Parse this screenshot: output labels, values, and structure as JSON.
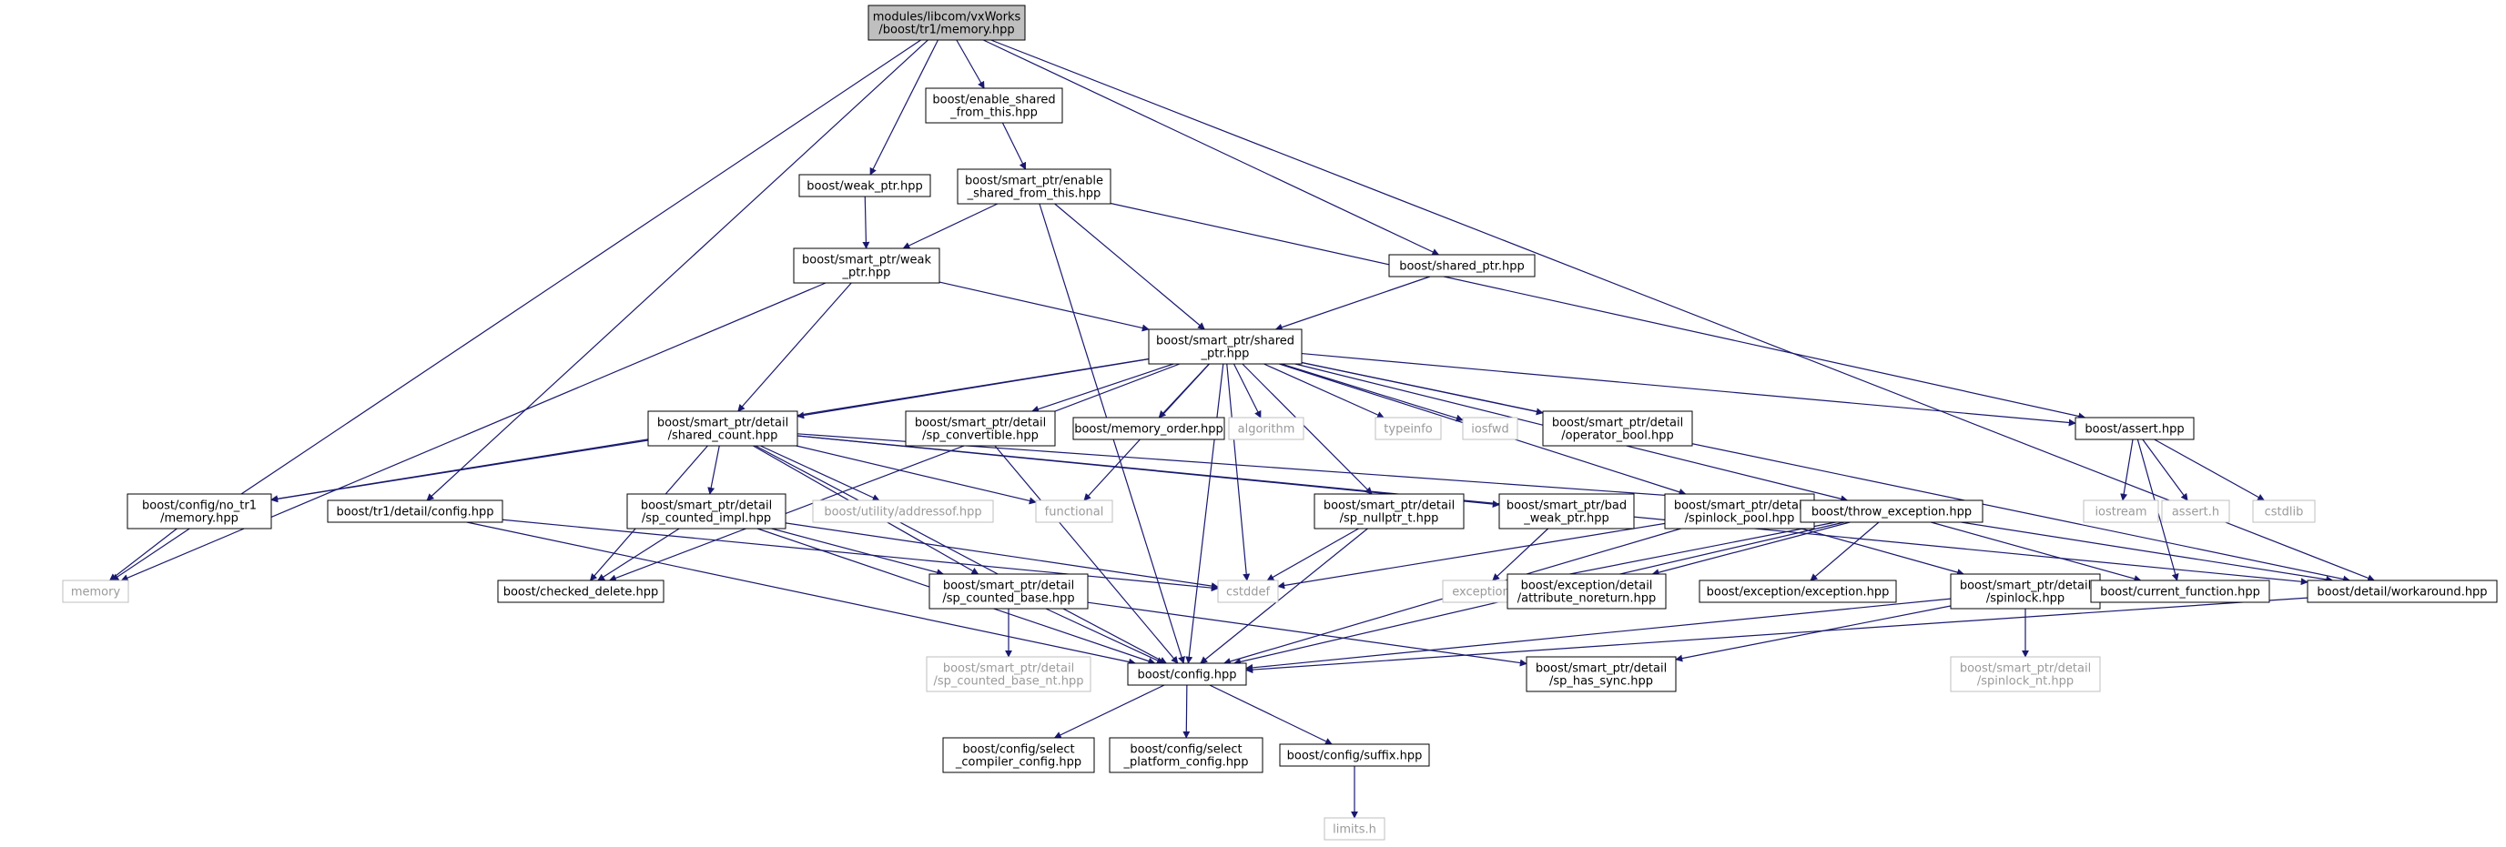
{
  "title": "modules/libcom/vxWorks/boost/tr1/memory.hpp",
  "colors": {
    "edge": "#191970",
    "box_border": "#000000",
    "missing_border": "#bfbfbf",
    "root_fill": "#bfbfbf",
    "missing_text": "#9a9a9a"
  },
  "nodes": [
    {
      "id": "root",
      "lines": [
        "modules/libcom/vxWorks",
        "/boost/tr1/memory.hpp"
      ],
      "kind": "root"
    },
    {
      "id": "enable_shared_from_this",
      "lines": [
        "boost/enable_shared",
        "_from_this.hpp"
      ],
      "kind": "file"
    },
    {
      "id": "weak_ptr",
      "lines": [
        "boost/weak_ptr.hpp"
      ],
      "kind": "file"
    },
    {
      "id": "sp_enable_shared",
      "lines": [
        "boost/smart_ptr/enable",
        "_shared_from_this.hpp"
      ],
      "kind": "file"
    },
    {
      "id": "sp_weak_ptr",
      "lines": [
        "boost/smart_ptr/weak",
        "_ptr.hpp"
      ],
      "kind": "file"
    },
    {
      "id": "shared_ptr",
      "lines": [
        "boost/shared_ptr.hpp"
      ],
      "kind": "file"
    },
    {
      "id": "sp_shared_ptr",
      "lines": [
        "boost/smart_ptr/shared",
        "_ptr.hpp"
      ],
      "kind": "file"
    },
    {
      "id": "shared_count",
      "lines": [
        "boost/smart_ptr/detail",
        "/shared_count.hpp"
      ],
      "kind": "file"
    },
    {
      "id": "sp_convertible",
      "lines": [
        "boost/smart_ptr/detail",
        "/sp_convertible.hpp"
      ],
      "kind": "file"
    },
    {
      "id": "memory_order",
      "lines": [
        "boost/memory_order.hpp"
      ],
      "kind": "file"
    },
    {
      "id": "algorithm",
      "lines": [
        "algorithm"
      ],
      "kind": "missing"
    },
    {
      "id": "typeinfo",
      "lines": [
        "typeinfo"
      ],
      "kind": "missing"
    },
    {
      "id": "iosfwd",
      "lines": [
        "iosfwd"
      ],
      "kind": "missing"
    },
    {
      "id": "operator_bool",
      "lines": [
        "boost/smart_ptr/detail",
        "/operator_bool.hpp"
      ],
      "kind": "file"
    },
    {
      "id": "assert",
      "lines": [
        "boost/assert.hpp"
      ],
      "kind": "file"
    },
    {
      "id": "config_no_tr1",
      "lines": [
        "boost/config/no_tr1",
        "/memory.hpp"
      ],
      "kind": "file"
    },
    {
      "id": "tr1_detail_config",
      "lines": [
        "boost/tr1/detail/config.hpp"
      ],
      "kind": "file"
    },
    {
      "id": "sp_counted_impl",
      "lines": [
        "boost/smart_ptr/detail",
        "/sp_counted_impl.hpp"
      ],
      "kind": "file"
    },
    {
      "id": "addressof",
      "lines": [
        "boost/utility/addressof.hpp"
      ],
      "kind": "missing"
    },
    {
      "id": "functional",
      "lines": [
        "functional"
      ],
      "kind": "missing"
    },
    {
      "id": "sp_nullptr_t",
      "lines": [
        "boost/smart_ptr/detail",
        "/sp_nullptr_t.hpp"
      ],
      "kind": "file"
    },
    {
      "id": "bad_weak_ptr",
      "lines": [
        "boost/smart_ptr/bad",
        "_weak_ptr.hpp"
      ],
      "kind": "file"
    },
    {
      "id": "spinlock_pool",
      "lines": [
        "boost/smart_ptr/detail",
        "/spinlock_pool.hpp"
      ],
      "kind": "file"
    },
    {
      "id": "throw_exception",
      "lines": [
        "boost/throw_exception.hpp"
      ],
      "kind": "file"
    },
    {
      "id": "iostream",
      "lines": [
        "iostream"
      ],
      "kind": "missing"
    },
    {
      "id": "assert_h",
      "lines": [
        "assert.h"
      ],
      "kind": "missing"
    },
    {
      "id": "cstdlib",
      "lines": [
        "cstdlib"
      ],
      "kind": "missing"
    },
    {
      "id": "memory",
      "lines": [
        "memory"
      ],
      "kind": "missing"
    },
    {
      "id": "checked_delete",
      "lines": [
        "boost/checked_delete.hpp"
      ],
      "kind": "file"
    },
    {
      "id": "sp_counted_base",
      "lines": [
        "boost/smart_ptr/detail",
        "/sp_counted_base.hpp"
      ],
      "kind": "file"
    },
    {
      "id": "cstddef",
      "lines": [
        "cstddef"
      ],
      "kind": "missing"
    },
    {
      "id": "exception",
      "lines": [
        "exception"
      ],
      "kind": "missing"
    },
    {
      "id": "attribute_noreturn",
      "lines": [
        "boost/exception/detail",
        "/attribute_noreturn.hpp"
      ],
      "kind": "file"
    },
    {
      "id": "exception_hpp",
      "lines": [
        "boost/exception/exception.hpp"
      ],
      "kind": "file"
    },
    {
      "id": "spinlock",
      "lines": [
        "boost/smart_ptr/detail",
        "/spinlock.hpp"
      ],
      "kind": "file"
    },
    {
      "id": "current_function",
      "lines": [
        "boost/current_function.hpp"
      ],
      "kind": "file"
    },
    {
      "id": "workaround",
      "lines": [
        "boost/detail/workaround.hpp"
      ],
      "kind": "file"
    },
    {
      "id": "sp_counted_base_nt",
      "lines": [
        "boost/smart_ptr/detail",
        "/sp_counted_base_nt.hpp"
      ],
      "kind": "missing"
    },
    {
      "id": "config",
      "lines": [
        "boost/config.hpp"
      ],
      "kind": "file"
    },
    {
      "id": "sp_has_sync",
      "lines": [
        "boost/smart_ptr/detail",
        "/sp_has_sync.hpp"
      ],
      "kind": "file"
    },
    {
      "id": "spinlock_nt",
      "lines": [
        "boost/smart_ptr/detail",
        "/spinlock_nt.hpp"
      ],
      "kind": "missing"
    },
    {
      "id": "select_compiler",
      "lines": [
        "boost/config/select",
        "_compiler_config.hpp"
      ],
      "kind": "file"
    },
    {
      "id": "select_platform",
      "lines": [
        "boost/config/select",
        "_platform_config.hpp"
      ],
      "kind": "file"
    },
    {
      "id": "suffix",
      "lines": [
        "boost/config/suffix.hpp"
      ],
      "kind": "file"
    },
    {
      "id": "limits_h",
      "lines": [
        "limits.h"
      ],
      "kind": "missing"
    }
  ],
  "edges": [
    [
      "root",
      "memory"
    ],
    [
      "root",
      "tr1_detail_config"
    ],
    [
      "root",
      "weak_ptr"
    ],
    [
      "root",
      "enable_shared_from_this"
    ],
    [
      "root",
      "shared_ptr"
    ],
    [
      "root",
      "workaround"
    ],
    [
      "enable_shared_from_this",
      "sp_enable_shared"
    ],
    [
      "weak_ptr",
      "sp_weak_ptr"
    ],
    [
      "sp_enable_shared",
      "sp_weak_ptr"
    ],
    [
      "sp_enable_shared",
      "sp_shared_ptr"
    ],
    [
      "sp_enable_shared",
      "assert"
    ],
    [
      "sp_enable_shared",
      "config"
    ],
    [
      "sp_weak_ptr",
      "memory"
    ],
    [
      "sp_weak_ptr",
      "shared_count"
    ],
    [
      "sp_weak_ptr",
      "sp_shared_ptr"
    ],
    [
      "shared_ptr",
      "sp_shared_ptr"
    ],
    [
      "sp_shared_ptr",
      "config_no_tr1"
    ],
    [
      "sp_shared_ptr",
      "shared_count"
    ],
    [
      "sp_shared_ptr",
      "checked_delete"
    ],
    [
      "sp_shared_ptr",
      "sp_convertible"
    ],
    [
      "sp_shared_ptr",
      "memory_order"
    ],
    [
      "sp_shared_ptr",
      "algorithm"
    ],
    [
      "sp_shared_ptr",
      "typeinfo"
    ],
    [
      "sp_shared_ptr",
      "iosfwd"
    ],
    [
      "sp_shared_ptr",
      "operator_bool"
    ],
    [
      "sp_shared_ptr",
      "assert"
    ],
    [
      "sp_shared_ptr",
      "sp_nullptr_t"
    ],
    [
      "sp_shared_ptr",
      "spinlock_pool"
    ],
    [
      "sp_shared_ptr",
      "throw_exception"
    ],
    [
      "sp_shared_ptr",
      "workaround"
    ],
    [
      "sp_shared_ptr",
      "functional"
    ],
    [
      "sp_shared_ptr",
      "cstddef"
    ],
    [
      "sp_shared_ptr",
      "config"
    ],
    [
      "shared_count",
      "config_no_tr1"
    ],
    [
      "shared_count",
      "checked_delete"
    ],
    [
      "shared_count",
      "sp_counted_impl"
    ],
    [
      "shared_count",
      "addressof"
    ],
    [
      "shared_count",
      "functional"
    ],
    [
      "shared_count",
      "bad_weak_ptr"
    ],
    [
      "shared_count",
      "throw_exception"
    ],
    [
      "shared_count",
      "workaround"
    ],
    [
      "shared_count",
      "sp_counted_base"
    ],
    [
      "shared_count",
      "config"
    ],
    [
      "sp_convertible",
      "config"
    ],
    [
      "assert",
      "iostream"
    ],
    [
      "assert",
      "assert_h"
    ],
    [
      "assert",
      "cstdlib"
    ],
    [
      "assert",
      "current_function"
    ],
    [
      "config_no_tr1",
      "memory"
    ],
    [
      "tr1_detail_config",
      "cstddef"
    ],
    [
      "tr1_detail_config",
      "config"
    ],
    [
      "sp_counted_impl",
      "checked_delete"
    ],
    [
      "sp_counted_impl",
      "sp_counted_base"
    ],
    [
      "sp_counted_impl",
      "cstddef"
    ],
    [
      "sp_counted_impl",
      "config"
    ],
    [
      "sp_nullptr_t",
      "cstddef"
    ],
    [
      "sp_nullptr_t",
      "config"
    ],
    [
      "bad_weak_ptr",
      "exception"
    ],
    [
      "spinlock_pool",
      "cstddef"
    ],
    [
      "spinlock_pool",
      "spinlock"
    ],
    [
      "spinlock_pool",
      "config"
    ],
    [
      "throw_exception",
      "exception"
    ],
    [
      "throw_exception",
      "attribute_noreturn"
    ],
    [
      "throw_exception",
      "exception_hpp"
    ],
    [
      "throw_exception",
      "current_function"
    ],
    [
      "throw_exception",
      "workaround"
    ],
    [
      "throw_exception",
      "config"
    ],
    [
      "sp_counted_base",
      "sp_counted_base_nt"
    ],
    [
      "sp_counted_base",
      "sp_has_sync"
    ],
    [
      "sp_counted_base",
      "config"
    ],
    [
      "spinlock",
      "spinlock_nt"
    ],
    [
      "spinlock",
      "sp_has_sync"
    ],
    [
      "spinlock",
      "config"
    ],
    [
      "workaround",
      "config"
    ],
    [
      "config",
      "select_compiler"
    ],
    [
      "config",
      "select_platform"
    ],
    [
      "config",
      "suffix"
    ],
    [
      "suffix",
      "limits_h"
    ]
  ]
}
